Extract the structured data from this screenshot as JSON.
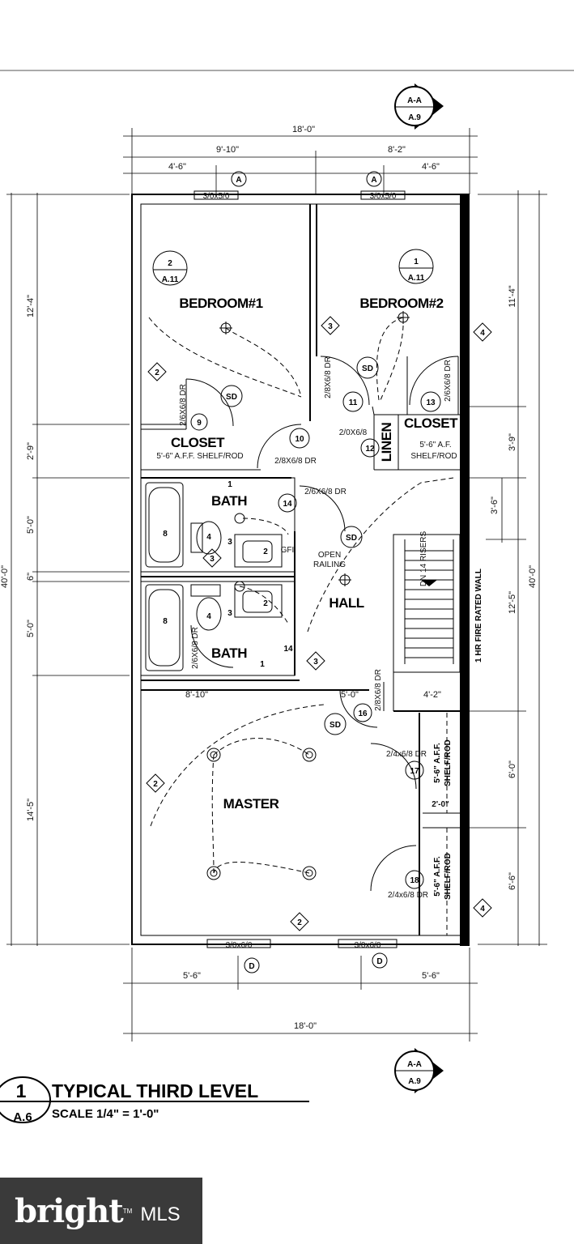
{
  "dimensions": {
    "top_overall": "18'-0\"",
    "top_left": "9'-10\"",
    "top_right": "8'-2\"",
    "top_sub_left": "4'-6\"",
    "top_sub_right": "4'-6\"",
    "left_1": "12'-4\"",
    "left_2": "2'-9\"",
    "left_3": "5'-0\"",
    "left_4": "6\"",
    "left_5": "5'-0\"",
    "left_6": "14'-5\"",
    "left_overall": "40'-0\"",
    "right_1": "11'-4\"",
    "right_2": "3'-9\"",
    "right_3": "3'-6\"",
    "right_4": "12'-5\"",
    "right_5": "6'-0\"",
    "right_6": "6'-6\"",
    "right_overall": "40'-0\"",
    "bottom_left": "5'-6\"",
    "bottom_right": "5'-6\"",
    "bottom_overall": "18'-0\"",
    "hall_width_left": "8'-10\"",
    "hall_width_mid": "5'-0\"",
    "hall_width_right": "4'-2\"",
    "closet_gap": "2'-0\""
  },
  "rooms": {
    "bedroom1": "BEDROOM#1",
    "bedroom2": "BEDROOM#2",
    "closet1": "CLOSET",
    "closet2": "CLOSET",
    "linen": "LINEN",
    "bath1": "BATH",
    "bath2": "BATH",
    "hall": "HALL",
    "master": "MASTER"
  },
  "notes": {
    "shelf1": "5'-6\" A.F.F. SHELF/ROD",
    "shelf2_a": "5'-6\" A.F.",
    "shelf2_b": "SHELF/ROD",
    "shelf3_a": "5'-6\" A.F.F.",
    "shelf3_b": "SHELF/ROD",
    "shelf4_a": "5'-6\" A.F.F.",
    "shelf4_b": "SHELF/ROD",
    "open_railing_a": "OPEN",
    "open_railing_b": "RAILING",
    "stair": "DN 14 RISERS",
    "fire_wall": "1 HR FIRE RATED WALL",
    "gfi": "GFI"
  },
  "windows": {
    "w1": "3/0x5/0",
    "w2": "3/0x5/0",
    "w3": "3/0x6/0",
    "w4": "3/0x6/0"
  },
  "doors": {
    "d9": "2/6X6/8 DR",
    "d10": "2/8X6/8 DR",
    "d11": "2/8X6/8 DR",
    "d12": "2/0X6/8",
    "d13": "2/6X6/8 DR",
    "d14": "2/6X6/8 DR",
    "dbath2": "2/6X6/8 DR",
    "d16": "2/8X6/8 DR",
    "d17": "2/4x6/8 DR",
    "d18": "2/4x6/8 DR"
  },
  "tags": {
    "n1": "1",
    "n2": "2",
    "n3": "3",
    "n4": "4",
    "n8": "8",
    "n9": "9",
    "n10": "10",
    "n11": "11",
    "n12": "12",
    "n13": "13",
    "n14": "14",
    "n16": "16",
    "n17": "17",
    "n18": "18",
    "sd": "SD",
    "grid_a": "A",
    "grid_d": "D",
    "section_top": "A-A",
    "section_sheet": "A.9",
    "detail2_num": "2",
    "detail2_sheet": "A.11",
    "detail1_num": "1",
    "detail1_sheet": "A.11"
  },
  "title": {
    "number": "1",
    "sheet": "A.6",
    "name": "TYPICAL THIRD LEVEL",
    "scale": "SCALE 1/4\" = 1'-0\""
  },
  "logo": {
    "word": "bright",
    "tm": "TM",
    "mls": "MLS"
  }
}
